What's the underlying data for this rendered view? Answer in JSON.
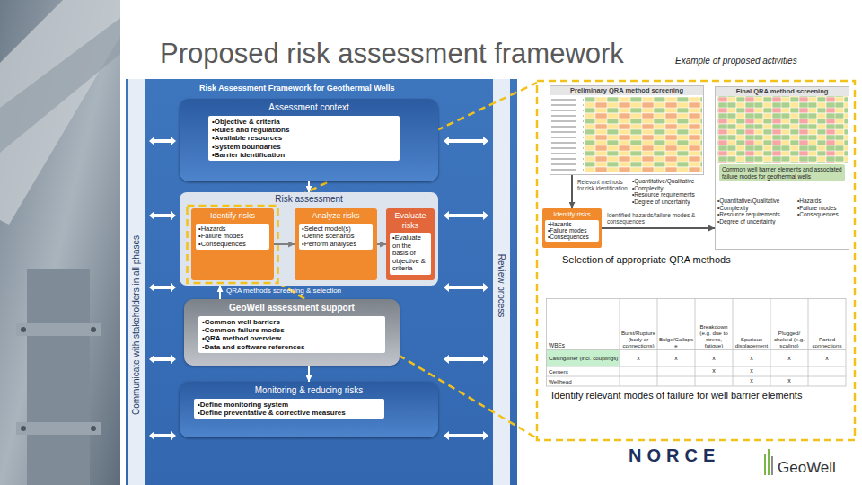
{
  "diagram": {
    "title": "Proposed risk assessment framework",
    "nodes": [
      {
        "text": [
          "Risk Assessment Framework for Geothermal Wells"
        ]
      },
      {
        "text": [
          "Assessment context",
          "•Objective & criteria",
          "•Rules and regulations",
          "•Available resources",
          "•System boundaries",
          "•Barrier identification"
        ],
        "in": 0
      },
      {
        "text": [
          "Risk assessment"
        ],
        "in": 0
      },
      {
        "text": [
          "Identify risks",
          "•Hazards",
          "•Failure modes",
          "•Consequences"
        ],
        "in": 2
      },
      {
        "text": [
          "Analyze risks",
          "•Select model(s)",
          "•Define scenarios",
          "•Perform analyses"
        ],
        "in": 2
      },
      {
        "text": [
          "Evaluate risks",
          "•Evaluate on the basis of objective & criteria"
        ],
        "in": 2
      },
      {
        "text": [
          "GeoWell assessment support",
          "•Common well barriers",
          "•Common failure modes",
          "•QRA method overview",
          "•Data and software references"
        ],
        "in": 0
      },
      {
        "text": [
          "Monitoring & reducing risks",
          "•Define monitoring system",
          "•Define preventative & corrective measures"
        ],
        "in": 0
      },
      {
        "text": [
          "Preliminary QRA method screening"
        ]
      },
      {
        "text": [
          "Identify risks",
          "•Hazards",
          "•Failure modes",
          "•Consequences"
        ]
      },
      {
        "text": [
          "Final QRA method screening",
          "Common well barrier elements and associated failure modes for geothermal wells"
        ]
      }
    ],
    "edges": [
      {
        "from": 1,
        "to": 2,
        "arrow": "to"
      },
      {
        "from": 3,
        "to": 4,
        "arrow": "to"
      },
      {
        "from": 4,
        "to": 5,
        "arrow": "to"
      },
      {
        "from": 6,
        "to": 2,
        "label": "QRA methods screening & selection",
        "arrow": "to"
      },
      {
        "from": 6,
        "to": 7,
        "arrow": "to"
      },
      {
        "from": 8,
        "to": 9,
        "label": "Relevant methods for risk identification",
        "arrow": "to"
      },
      {
        "from": 9,
        "to": 10,
        "label": "Identified hazards/failure modes & consequences",
        "arrow": "to"
      }
    ],
    "labels": [
      "Example of proposed activities",
      "Communicate with stakeholders in all phases",
      "Review process",
      "Selection of appropriate QRA methods",
      "Identify relevant modes of failure for well barrier elements",
      "WBEs",
      "Burst/Rupture (body or connections)",
      "Bulge/Collapse",
      "Breakdown (e.g. due to stress, fatigue)",
      "Spurious displacement",
      "Plugged/ choked (e.g. scaling)",
      "Parted connections",
      "Casing/liner (incl. couplings)",
      "x",
      "x",
      "x",
      "x",
      "x",
      "x",
      "Cement",
      "x",
      "x",
      "Wellhead",
      "x",
      "x",
      "•Quantitative/Qualitative",
      "•Complexity",
      "•Resource requirements",
      "•Degree of uncertainty",
      "•Quantitative/Qualitative",
      "•Complexity",
      "•Resource requirements",
      "•Degree of uncertainty",
      "•Hazards",
      "•Failure modes",
      "•Consequences",
      "NORCE",
      "GeoWell"
    ]
  }
}
